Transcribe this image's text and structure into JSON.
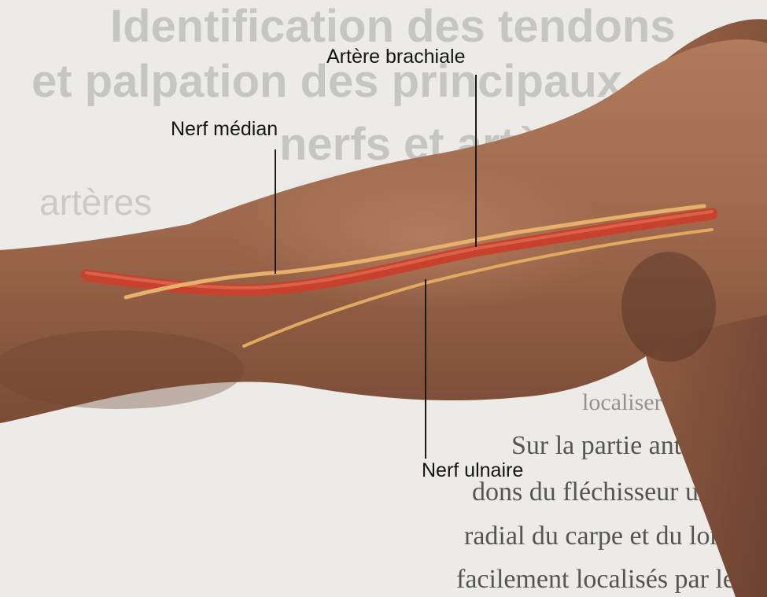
{
  "labels": {
    "artere": "Artère brachiale",
    "median": "Nerf médian",
    "ulnaire": "Nerf ulnaire"
  },
  "background_text": {
    "title_line1": "Identification des tendons",
    "title_line2": "et palpation des principaux",
    "title_line3": "nerfs et artères",
    "subtitle": "artères",
    "body_line1": "localiser les artères et les nerfs",
    "body_line2": "Sur la partie antérieure de l'avant-bras, les ten-",
    "body_line3": "dons du fléchisseur ulnaire du carpe, du fléchisseur",
    "body_line4": "radial du carpe et du long palmaire peuvent être",
    "body_line5": "facilement localisés par le praticien en demandant"
  },
  "colors": {
    "skin": "#a06a4e",
    "artery": "#c8412c",
    "nerve": "#e8b06a",
    "leader": "#1a1a1a",
    "page": "#ecebe8"
  }
}
